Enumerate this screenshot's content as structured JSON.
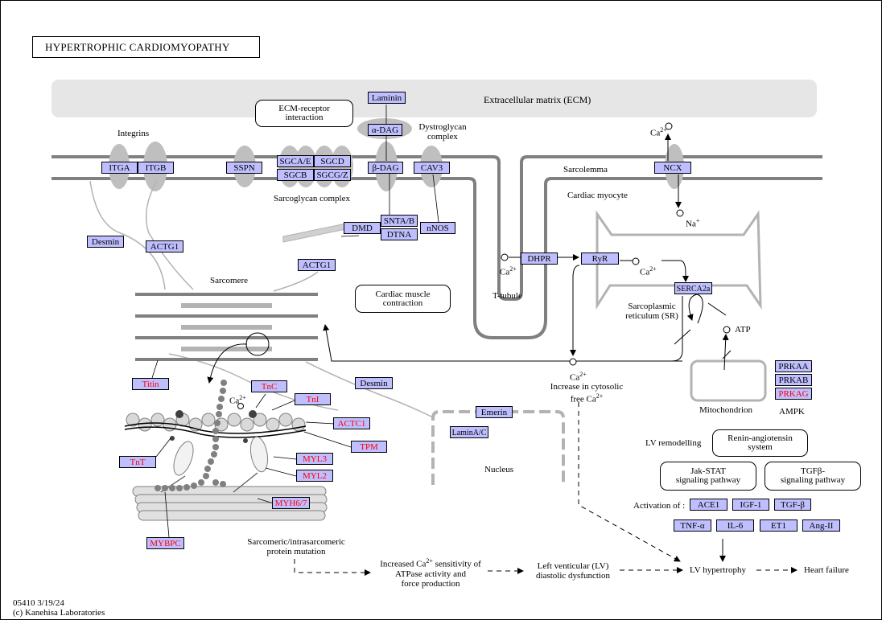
{
  "title": "HYPERTROPHIC  CARDIOMYOPATHY",
  "footer": {
    "id_date": "05410 3/19/24",
    "copyright": "(c) Kanehisa Laboratories"
  },
  "colors": {
    "gene_fill": "#bfbfff",
    "highlight_text": "#ff0000",
    "membrane": "#808080",
    "ecm": "#e6e6e6"
  },
  "labels": {
    "ecm": "Extracellular matrix (ECM)",
    "integrins": "Integrins",
    "dystroglycan": "Dystroglycan\ncomplex",
    "sarcoglycan": "Sarcoglycan complex",
    "sarcolemma": "Sarcolemma",
    "cardiac_myocyte": "Cardiac myocyte",
    "sarcomere": "Sarcomere",
    "t_tubule": "T-tubule",
    "sr": "Sarcoplasmic\nreticulum (SR)",
    "atp": "ATP",
    "ca_top": "Ca",
    "na": "Na",
    "ca_dhpr": "Ca",
    "ca_ryr": "Ca",
    "ca_thin": "Ca",
    "cytosolic": "Increase in cytosolic\nfree Ca",
    "cytosolic_ca": "Ca",
    "mitochondrion": "Mitochondrion",
    "ampk": "AMPK",
    "nucleus": "Nucleus",
    "lv_remodelling": "LV remodelling",
    "activation_of": "Activation of :",
    "mutation": "Sarcomeric/intrasarcomeric\nprotein mutation",
    "increased_ca_1": "Increased Ca",
    "increased_ca_2": " sensitivity of",
    "increased_ca_3": "ATPase activity and\nforce production",
    "lv_dysfunction": "Left venticular (LV)\ndiastolic dysfunction",
    "lv_hypertrophy": "LV hypertrophy",
    "heart_failure": "Heart failure",
    "sup_2plus": "2+",
    "sup_plus": "+"
  },
  "maps": {
    "ecm_receptor": "ECM-receptor\ninteraction",
    "cardiac_contraction": "Cardiac muscle\ncontraction",
    "renin": "Renin-angiotensin\nsystem",
    "jak_stat": "Jak-STAT\nsignaling pathway",
    "tgfb": "TGFβ-\nsignaling pathway"
  },
  "genes": {
    "laminin": "Laminin",
    "a_dag": "α-DAG",
    "b_dag": "β-DAG",
    "cav3": "CAV3",
    "itga": "ITGA",
    "itgb": "ITGB",
    "sspn": "SSPN",
    "sgcae": "SGCA/E",
    "sgcd": "SGCD",
    "sgcb": "SGCB",
    "sgcgz": "SGCG/Z",
    "dmd": "DMD",
    "sntab": "SNTA/B",
    "dtna": "DTNA",
    "nnos": "nNOS",
    "ncx": "NCX",
    "dhpr": "DHPR",
    "ryr": "RyR",
    "serca2a": "SERCA2a",
    "desmin1": "Desmin",
    "actg1_1": "ACTG1",
    "actg1_2": "ACTG1",
    "desmin2": "Desmin",
    "emerin": "Emerin",
    "laminac": "LaminA/C",
    "prkaa": "PRKAA",
    "prkab": "PRKAB",
    "prkag": "PRKAG",
    "titin": "Titin",
    "tnc": "TnC",
    "tni": "TnI",
    "actc1": "ACTC1",
    "tpm": "TPM",
    "tnt": "TnT",
    "myl3": "MYL3",
    "myl2": "MYL2",
    "myh67": "MYH6/7",
    "mybpc": "MYBPC",
    "ace1": "ACE1",
    "igf1": "IGF-1",
    "tgfb": "TGF-β",
    "tnfa": "TNF-α",
    "il6": "IL-6",
    "et1": "ET1",
    "ang2": "Ang-II"
  }
}
